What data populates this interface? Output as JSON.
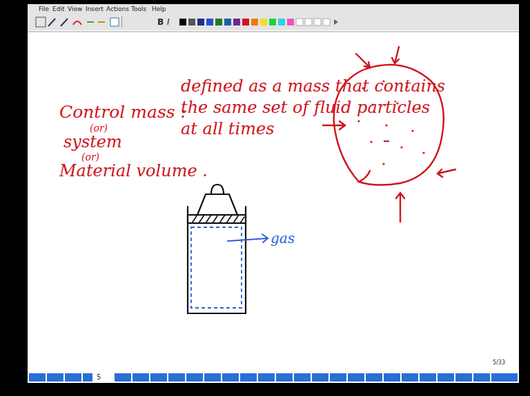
{
  "diagram": {
    "labels": [
      "File",
      "Edit",
      "View",
      "Insert",
      "Actions",
      "Tools",
      "Help",
      "B",
      "I",
      "Control mass :",
      "(or)",
      "system",
      "(or)",
      "Material volume .",
      "defined as a mass that contains the same set of fluid particles at all times",
      "gas",
      "5/33",
      "5"
    ]
  }
}
